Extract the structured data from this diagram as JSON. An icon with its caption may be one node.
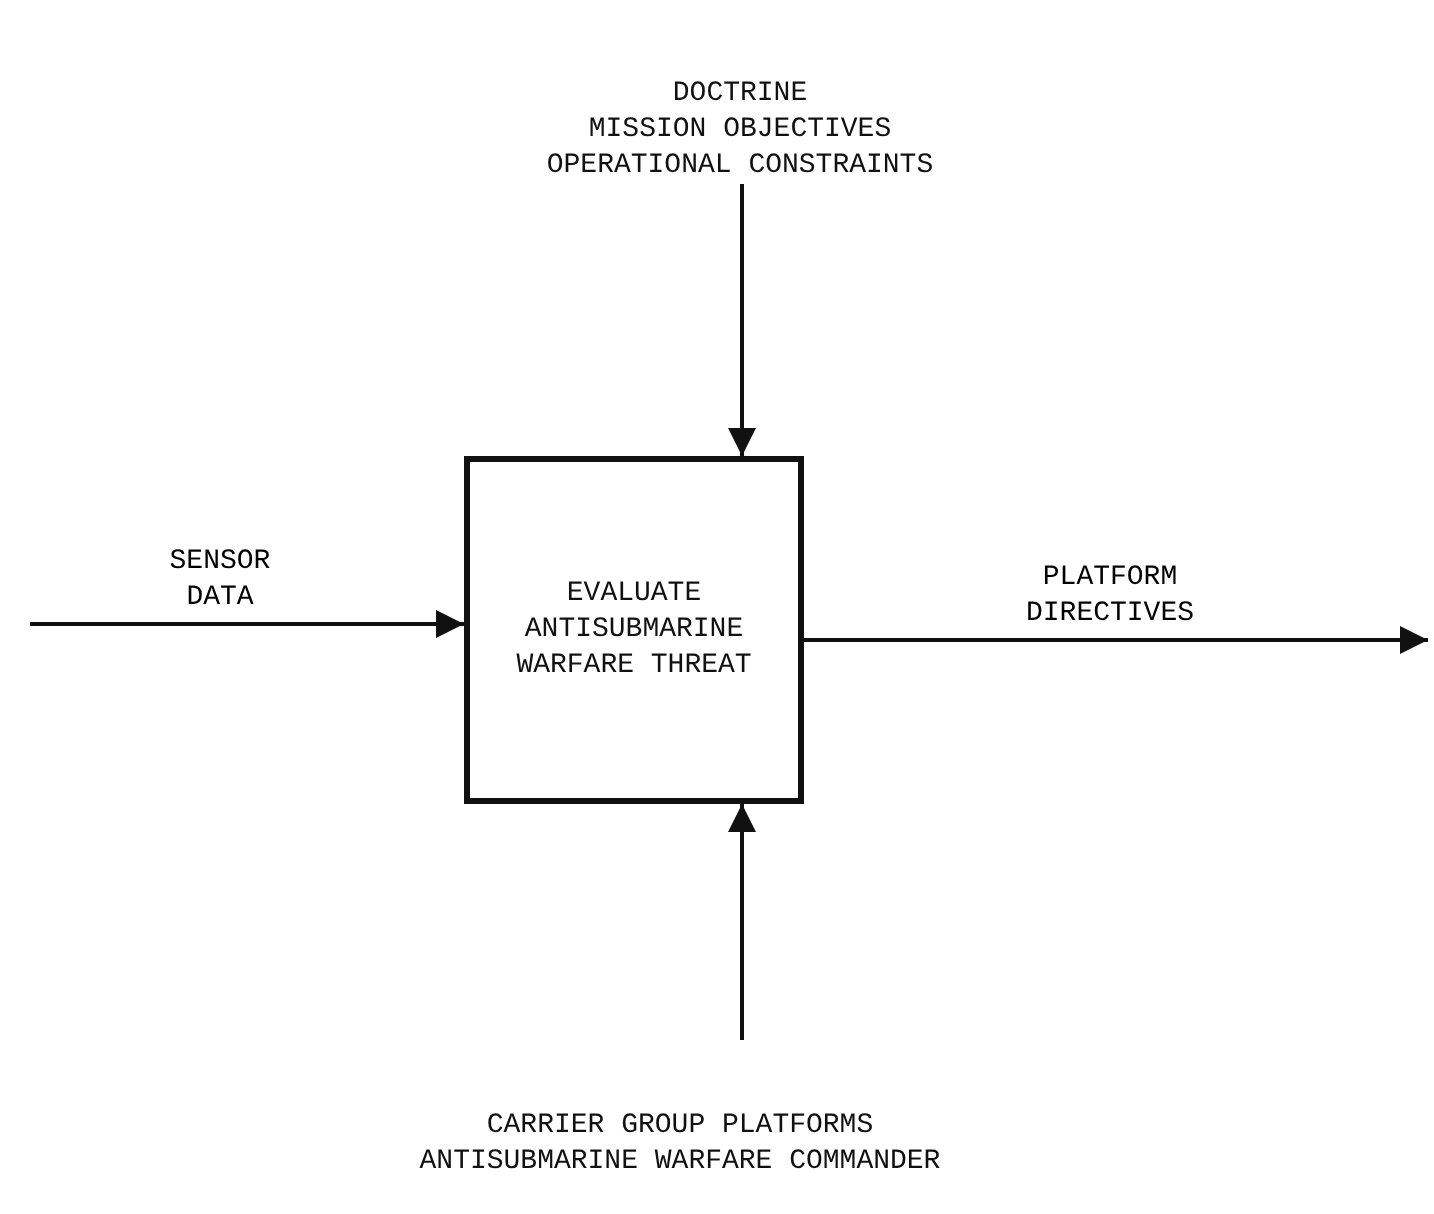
{
  "diagram": {
    "nodes": [
      {
        "text": [
          "DOCTRINE",
          "MISSION OBJECTIVES",
          "OPERATIONAL CONSTRAINTS"
        ]
      },
      {
        "text": [
          "EVALUATE ANTISUBMARINE WARFARE THREAT"
        ]
      },
      {
        "text": [
          "CARRIER GROUP PLATFORMS",
          "ANTISUBMARINE WARFARE COMMANDER"
        ]
      }
    ],
    "edges": [
      {
        "from": 0,
        "to": 1,
        "arrow": "to"
      },
      {
        "from": null,
        "to": 1,
        "arrow": "to",
        "label": "SENSOR DATA"
      },
      {
        "from": 1,
        "to": null,
        "arrow": "to",
        "label": "PLATFORM DIRECTIVES"
      },
      {
        "from": 2,
        "to": 1,
        "arrow": "to"
      }
    ]
  }
}
